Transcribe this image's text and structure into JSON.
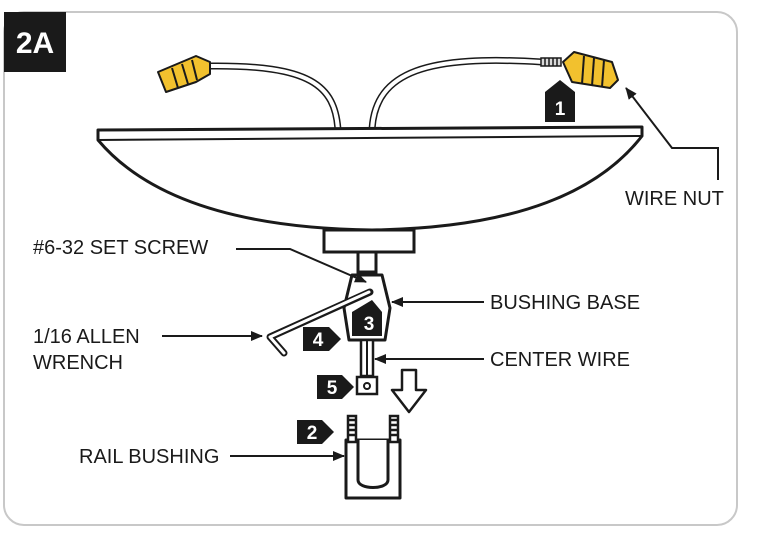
{
  "step_label": "2A",
  "badges": [
    "1",
    "2",
    "3",
    "4",
    "5"
  ],
  "labels": {
    "wire_nut": "WIRE NUT",
    "set_screw": "#6-32 SET SCREW",
    "bushing_base": "BUSHING BASE",
    "allen_wrench_line1": "1/16 ALLEN",
    "allen_wrench_line2": "WRENCH",
    "center_wire": "CENTER WIRE",
    "rail_bushing": "RAIL BUSHING"
  },
  "colors": {
    "wire_nut_fill": "#f2c12e",
    "badge_fill": "#1a1a1a",
    "frame_border": "#c8c8c8"
  }
}
